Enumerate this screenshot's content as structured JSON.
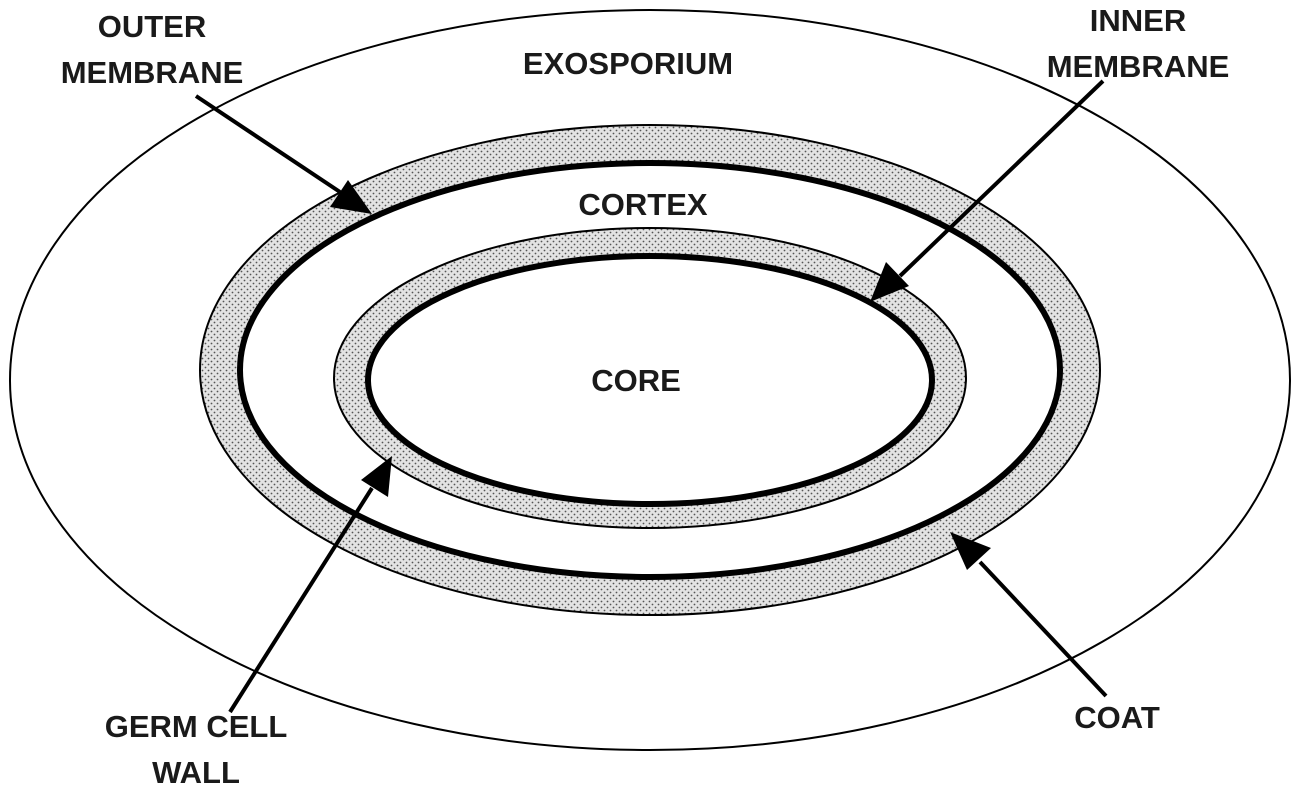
{
  "labels": {
    "exosporium": "EXOSPORIUM",
    "outer_membrane": [
      "OUTER",
      "MEMBRANE"
    ],
    "inner_membrane": [
      "INNER",
      "MEMBRANE"
    ],
    "cortex": "CORTEX",
    "core": "CORE",
    "germ_cell_wall": [
      "GERM CELL",
      "WALL"
    ],
    "coat": "COAT"
  },
  "colors": {
    "stroke": "#000000",
    "background": "#ffffff",
    "stipple_fill": "#d9d9d9"
  }
}
